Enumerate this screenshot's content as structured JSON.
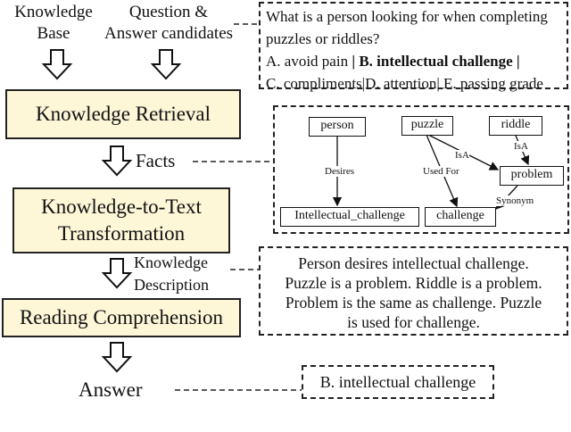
{
  "inputs": {
    "knowledge_base": [
      "Knowledge",
      "Base"
    ],
    "question_candidates": [
      "Question &",
      "Answer candidates"
    ]
  },
  "question": {
    "text": "What is a person looking for when completing puzzles or riddles?",
    "line1": "What is a person looking for when completing",
    "line2": "puzzles or riddles?",
    "option_a": "A. avoid pain",
    "option_b": "B. intellectual challenge",
    "option_c": "C. compliments",
    "option_d": "D. attention",
    "option_e": "E. passing grade",
    "separator": "|"
  },
  "stages": {
    "retrieval": "Knowledge Retrieval",
    "transformation_line1": "Knowledge-to-Text",
    "transformation_line2": "Transformation",
    "reading": "Reading Comprehension"
  },
  "flow_labels": {
    "facts": "Facts",
    "description_line1": "Knowledge",
    "description_line2": "Description",
    "answer": "Answer"
  },
  "knowledge_graph": {
    "nodes": {
      "person": "person",
      "puzzle": "puzzle",
      "riddle": "riddle",
      "problem": "problem",
      "intellectual_challenge": "Intellectual_challenge",
      "challenge": "challenge"
    },
    "edges": {
      "person_desires": "Desires",
      "puzzle_isa": "IsA",
      "puzzle_usedfor": "Used For",
      "riddle_isa": "IsA",
      "problem_synonym": "Synonym"
    }
  },
  "description": {
    "line1": "Person desires intellectual challenge.",
    "line2": "Puzzle is a problem. Riddle is a problem.",
    "line3": "Problem is the same as challenge. Puzzle",
    "line4": "is used for challenge."
  },
  "answer_box": "B. intellectual challenge"
}
